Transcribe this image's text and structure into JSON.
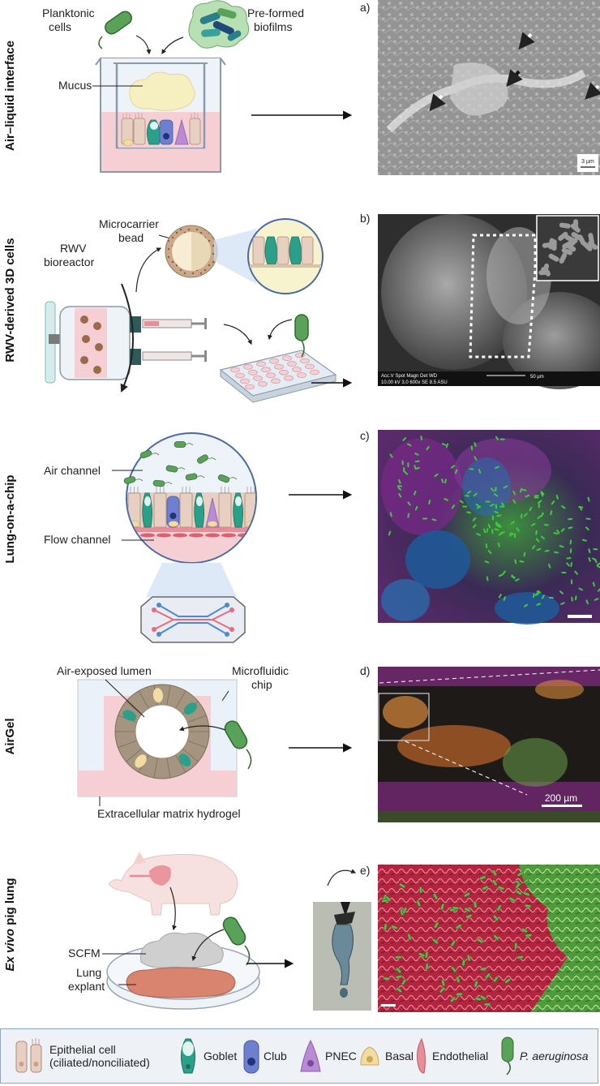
{
  "rows": [
    {
      "label": "Air–liquid interface"
    },
    {
      "label": "RWV-derived 3D cells"
    },
    {
      "label": "Lung-on-a-chip"
    },
    {
      "label": "AirGel"
    },
    {
      "label_italic": "Ex vivo",
      "label_rest": " pig lung"
    }
  ],
  "panel_letters": [
    "a)",
    "b)",
    "c)",
    "d)",
    "e)"
  ],
  "labels": {
    "planktonic_1": "Planktonic",
    "planktonic_2": "cells",
    "preformed_1": "Pre-formed",
    "preformed_2": "biofilms",
    "mucus": "Mucus",
    "microcarrier_1": "Microcarrier",
    "microcarrier_2": "bead",
    "rwv_1": "RWV",
    "rwv_2": "bioreactor",
    "air_channel": "Air channel",
    "flow_channel": "Flow channel",
    "air_lumen": "Air-exposed lumen",
    "microfluidic_1": "Microfluidic",
    "microfluidic_2": "chip",
    "ecm": "Extracellular matrix hydrogel",
    "scfm": "SCFM",
    "explant_1": "Lung",
    "explant_2": "explant"
  },
  "micrographs": {
    "a_scale": "3 µm",
    "b_meta_1": "Acc.V   Spot  Magn   Det  WD",
    "b_meta_2": "10.00 kV  3.0   600x   SE   8.5    ASU",
    "b_scale": "50 µm",
    "d_scale": "200 µm"
  },
  "legend": [
    {
      "icon": "epithelial-cell-icon",
      "line1": "Epithelial cell",
      "line2": "(ciliated/nonciliated)"
    },
    {
      "icon": "goblet-cell-icon",
      "line1": "Goblet"
    },
    {
      "icon": "club-cell-icon",
      "line1": "Club"
    },
    {
      "icon": "pnec-cell-icon",
      "line1": "PNEC"
    },
    {
      "icon": "basal-cell-icon",
      "line1": "Basal"
    },
    {
      "icon": "endothelial-cell-icon",
      "line1": "Endothelial"
    },
    {
      "icon": "bacterium-icon",
      "line1": "P. aeruginosa",
      "italic": true
    }
  ],
  "colors": {
    "bacterium": "#5aa15a",
    "goblet": "#2aa08a",
    "club": "#6f7fd0",
    "pnec": "#b98bd4",
    "basal": "#f3dca2",
    "endothelial": "#e98d98",
    "epithelial": "#e7cfc2",
    "medium": "#f6cfd4",
    "mucus": "#f6f0c0"
  }
}
